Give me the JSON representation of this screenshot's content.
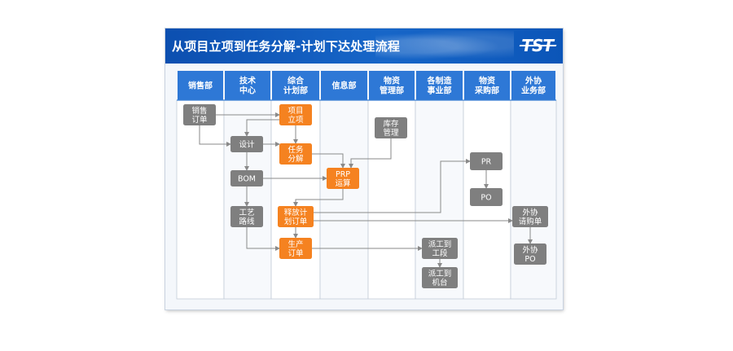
{
  "title": "从项目立项到任务分解-计划下达处理流程",
  "logo_text": "TST",
  "colors": {
    "banner": "#1766c8",
    "header_cell": "#2e78d6",
    "gray_node": "#7f7f7f",
    "orange_node": "#f58220",
    "arrow": "#8a8a8a"
  },
  "columns": [
    {
      "lines": [
        "销售部"
      ]
    },
    {
      "lines": [
        "技术",
        "中心"
      ]
    },
    {
      "lines": [
        "综合",
        "计划部"
      ]
    },
    {
      "lines": [
        "信息部"
      ]
    },
    {
      "lines": [
        "物资",
        "管理部"
      ]
    },
    {
      "lines": [
        "各制造",
        "事业部"
      ]
    },
    {
      "lines": [
        "物资",
        "采购部"
      ]
    },
    {
      "lines": [
        "外协",
        "业务部"
      ]
    }
  ],
  "nodes": [
    {
      "id": "sales_order",
      "lines": [
        "销售",
        "订单"
      ],
      "kind": "gray"
    },
    {
      "id": "project",
      "lines": [
        "项目",
        "立项"
      ],
      "kind": "orange"
    },
    {
      "id": "inventory",
      "lines": [
        "库存",
        "管理"
      ],
      "kind": "gray"
    },
    {
      "id": "design",
      "lines": [
        "设计"
      ],
      "kind": "gray"
    },
    {
      "id": "task",
      "lines": [
        "任务",
        "分解"
      ],
      "kind": "orange"
    },
    {
      "id": "pr",
      "lines": [
        "PR"
      ],
      "kind": "gray"
    },
    {
      "id": "bom",
      "lines": [
        "BOM"
      ],
      "kind": "gray"
    },
    {
      "id": "prp",
      "lines": [
        "PRP",
        "运算"
      ],
      "kind": "orange"
    },
    {
      "id": "po",
      "lines": [
        "PO"
      ],
      "kind": "gray"
    },
    {
      "id": "process_route",
      "lines": [
        "工艺",
        "路线"
      ],
      "kind": "gray"
    },
    {
      "id": "release_plan",
      "lines": [
        "释放计",
        "划订单"
      ],
      "kind": "orange"
    },
    {
      "id": "outsource_req",
      "lines": [
        "外协",
        "请购单"
      ],
      "kind": "gray"
    },
    {
      "id": "prod_order",
      "lines": [
        "生产",
        "订单"
      ],
      "kind": "orange"
    },
    {
      "id": "dispatch_section",
      "lines": [
        "派工到",
        "工段"
      ],
      "kind": "gray"
    },
    {
      "id": "outsource_po",
      "lines": [
        "外协",
        "PO"
      ],
      "kind": "gray"
    },
    {
      "id": "dispatch_machine",
      "lines": [
        "派工到",
        "机台"
      ],
      "kind": "gray"
    }
  ],
  "edges": [
    {
      "from": "sales_order",
      "to": "design"
    },
    {
      "from": "sales_order",
      "to": "project"
    },
    {
      "from": "project",
      "to": "task"
    },
    {
      "from": "project",
      "to": "design"
    },
    {
      "from": "design",
      "to": "task"
    },
    {
      "from": "design",
      "to": "bom"
    },
    {
      "from": "task",
      "to": "prp"
    },
    {
      "from": "bom",
      "to": "prp"
    },
    {
      "from": "bom",
      "to": "process_route"
    },
    {
      "from": "inventory",
      "to": "prp"
    },
    {
      "from": "prp",
      "to": "release_plan"
    },
    {
      "from": "release_plan",
      "to": "pr"
    },
    {
      "from": "pr",
      "to": "po"
    },
    {
      "from": "release_plan",
      "to": "outsource_req"
    },
    {
      "from": "outsource_req",
      "to": "outsource_po"
    },
    {
      "from": "process_route",
      "to": "prod_order"
    },
    {
      "from": "release_plan",
      "to": "prod_order"
    },
    {
      "from": "prod_order",
      "to": "dispatch_section"
    },
    {
      "from": "dispatch_section",
      "to": "dispatch_machine"
    }
  ]
}
